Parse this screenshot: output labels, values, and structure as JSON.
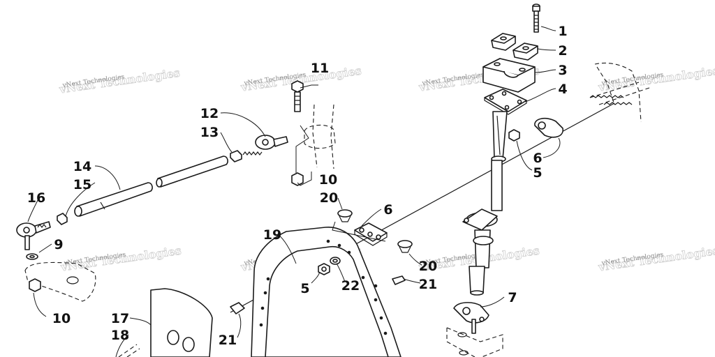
{
  "diagram": {
    "watermark": "vNext Technologies",
    "callouts": {
      "c1": "1",
      "c2": "2",
      "c3": "3",
      "c4": "4",
      "c5a": "5",
      "c5b": "5",
      "c6a": "6",
      "c6b": "6",
      "c7": "7",
      "c9": "9",
      "c10a": "10",
      "c10b": "10",
      "c11": "11",
      "c12": "12",
      "c13": "13",
      "c14": "14",
      "c15": "15",
      "c16": "16",
      "c17": "17",
      "c18": "18",
      "c19": "19",
      "c20a": "20",
      "c20b": "20",
      "c21a": "21",
      "c21b": "21",
      "c22": "22"
    }
  }
}
